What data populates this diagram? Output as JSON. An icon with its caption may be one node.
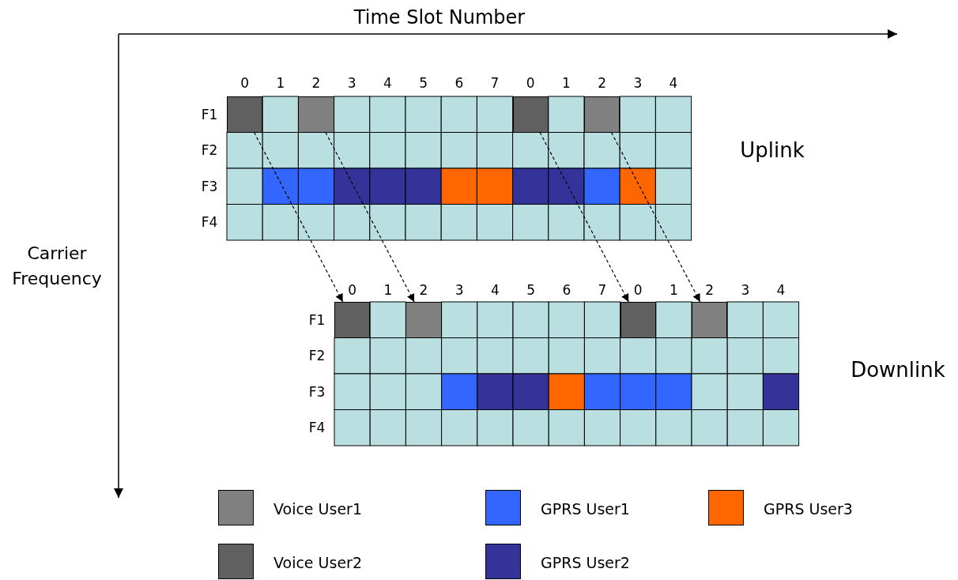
{
  "diagram": {
    "nodes": [
      {
        "text": [],
        "shape": "box"
      },
      {
        "text": [],
        "shape": "box"
      },
      {
        "text": [],
        "shape": "box"
      },
      {
        "text": [],
        "shape": "box"
      },
      {
        "text": [],
        "shape": "box"
      },
      {
        "text": [],
        "shape": "box"
      },
      {
        "text": [],
        "shape": "box"
      },
      {
        "text": [],
        "shape": "box"
      }
    ],
    "edges": [
      {
        "from": 0,
        "to": 4,
        "arrow": "to",
        "style": "dashed"
      },
      {
        "from": 1,
        "to": 5,
        "arrow": "to",
        "style": "dashed"
      },
      {
        "from": 2,
        "to": 6,
        "arrow": "to",
        "style": "dashed"
      },
      {
        "from": 3,
        "to": 7,
        "arrow": "to",
        "style": "dashed"
      }
    ],
    "labels": [
      "Time Slot Number",
      "Carrier Frequency",
      "0",
      "1",
      "2",
      "3",
      "4",
      "5",
      "6",
      "7",
      "0",
      "1",
      "2",
      "3",
      "4",
      "F1",
      "F2",
      "F3",
      "F4",
      "Uplink",
      "0",
      "1",
      "2",
      "3",
      "4",
      "5",
      "6",
      "7",
      "0",
      "1",
      "2",
      "3",
      "4",
      "F1",
      "F2",
      "F3",
      "F4",
      "Downlink"
    ],
    "legend": [
      {
        "text": "Voice User1",
        "color": "#808080"
      },
      {
        "text": "GPRS User1",
        "color": "#3366ff"
      },
      {
        "text": "GPRS User3",
        "color": "#ff6600"
      },
      {
        "text": "Voice User2",
        "color": "#606060"
      },
      {
        "text": "GPRS User2",
        "color": "#333399"
      }
    ]
  }
}
